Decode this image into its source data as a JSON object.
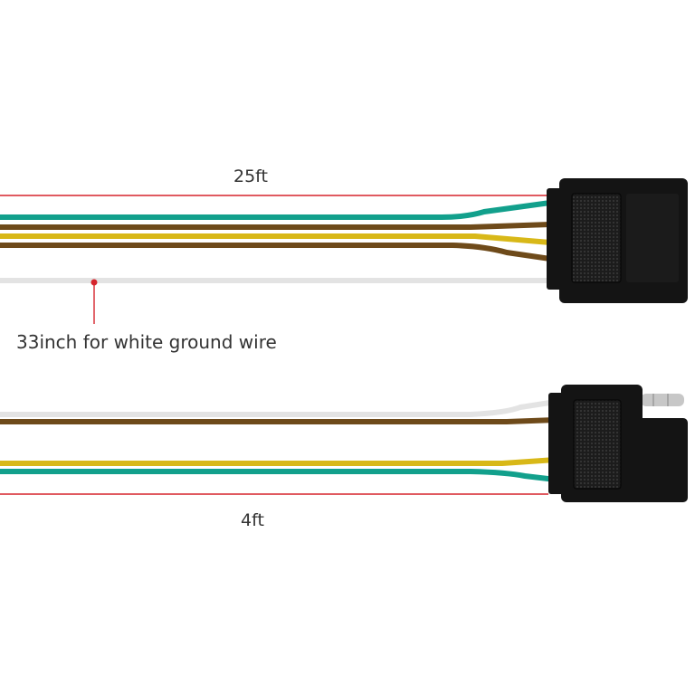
{
  "labels": {
    "top_length": "25ft",
    "ground_note": "33inch for white ground wire",
    "bottom_length": "4ft"
  },
  "colors": {
    "background": "#ffffff",
    "measure_line": "#d6242c",
    "wire_green": "#12a08c",
    "wire_yellow": "#d8b818",
    "wire_brown": "#6e4a1a",
    "wire_white": "#e3e3e3",
    "connector_body": "#141414",
    "connector_grip": "#2e2e2e",
    "pin_metal": "#c7c7c7"
  },
  "icons": {
    "top_connector": "trailer-4-way-female-plug-icon",
    "bottom_connector": "trailer-4-way-male-plug-icon"
  }
}
